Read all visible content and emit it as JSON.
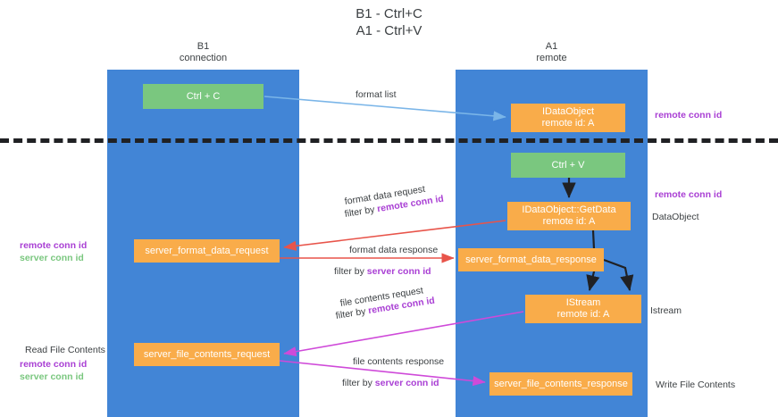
{
  "title": "B1 - Ctrl+C\nA1 - Ctrl+V",
  "lanes": [
    {
      "name": "lane-b1",
      "header": "B1\nconnection"
    },
    {
      "name": "lane-a1",
      "header": "A1\nremote"
    }
  ],
  "nodes": {
    "ctrl_c": {
      "line1": "Ctrl + C",
      "line2": "",
      "color": "#7ac77f"
    },
    "idataobject": {
      "line1": "IDataObject",
      "line2": "remote id: A",
      "color": "#f9ac4a"
    },
    "ctrl_v": {
      "line1": "Ctrl + V",
      "line2": "",
      "color": "#7ac77f"
    },
    "getdata": {
      "line1": "IDataObject::GetData",
      "line2": "remote id: A",
      "color": "#f9ac4a"
    },
    "server_format_data_request": {
      "line1": "server_format_data_request",
      "line2": "",
      "color": "#f9ac4a"
    },
    "server_format_data_response": {
      "line1": "server_format_data_response",
      "line2": "",
      "color": "#f9ac4a"
    },
    "istream": {
      "line1": "IStream",
      "line2": "remote id: A",
      "color": "#f9ac4a"
    },
    "server_file_contents_request": {
      "line1": "server_file_contents_request",
      "line2": "",
      "color": "#f9ac4a"
    },
    "server_file_contents_response": {
      "line1": "server_file_contents_response",
      "line2": "",
      "color": "#f9ac4a"
    }
  },
  "edge_labels": {
    "format_list": "format list",
    "format_data_request": "format data request",
    "format_data_request_filter_prefix": "filter by ",
    "format_data_request_filter_key": "remote conn id",
    "format_data_response": "format data response",
    "format_data_response_filter_prefix": "filter by ",
    "format_data_response_filter_key": "server conn id",
    "file_contents_request": "file contents request",
    "file_contents_request_filter_prefix": "filter by ",
    "file_contents_request_filter_key": "remote conn id",
    "file_contents_response": "file contents response",
    "file_contents_response_filter_prefix": "filter by ",
    "file_contents_response_filter_key": "server conn id"
  },
  "annotations": {
    "right_remote_conn_id_top": "remote conn id",
    "right_remote_conn_id_mid": "remote conn id",
    "right_dataobject": "DataObject",
    "right_istream": "Istream",
    "right_write_file_contents": "Write File Contents",
    "left_read_file_contents": "Read File Contents",
    "legend_remote_conn_id": "remote conn id",
    "legend_server_conn_id": "server conn id"
  },
  "colors": {
    "lane": "#4285d6",
    "green_node": "#7ac77f",
    "orange_node": "#f9ac4a",
    "divider": "#202124",
    "arrow_blue": "#7ab5e8",
    "arrow_red": "#e8544a",
    "arrow_magenta": "#cf4ad9",
    "arrow_black": "#202124",
    "remote_conn_id": "#a93fd4",
    "server_conn_id": "#7ac77f",
    "text": "#3c4043",
    "background": "#ffffff"
  }
}
